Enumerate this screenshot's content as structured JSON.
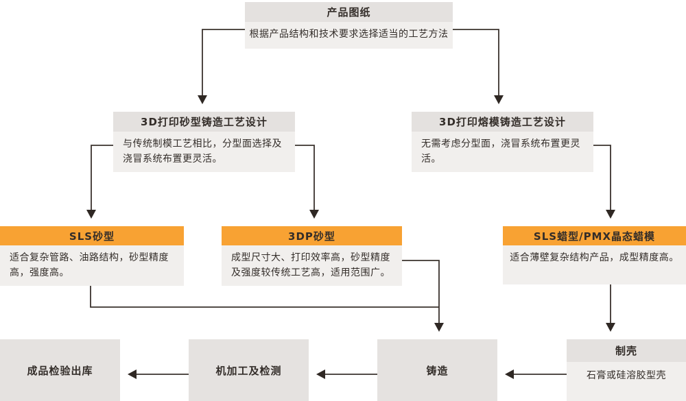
{
  "diagram": {
    "type": "flowchart",
    "language": "zh-CN",
    "topic": "3D打印铸造工艺流程",
    "colors": {
      "accent_orange": "#f8a233",
      "header_gray": "#e4e1df",
      "body_gray": "#f1efed",
      "plain_box_gray": "#e5e2e0",
      "line_color": "#3a322d",
      "text_color": "#332d29",
      "background": "#ffffff"
    },
    "nodes": {
      "product": {
        "title": "产品图纸",
        "desc": "根据产品结构和技术要求选择适当的工艺方法"
      },
      "sand_design": {
        "title": "3D打印砂型铸造工艺设计",
        "desc": "与传统制模工艺相比，分型面选择及浇冒系统布置更灵活。"
      },
      "invest_design": {
        "title": "3D打印熔模铸造工艺设计",
        "desc": "无需考虑分型面，浇冒系统布置更灵活。"
      },
      "sls_sand": {
        "title": "SLS砂型",
        "desc": "适合复杂管路、油路结构，砂型精度高，强度高。"
      },
      "tdp_sand": {
        "title": "3DP砂型",
        "desc": "成型尺寸大、打印效率高，砂型精度及强度较传统工艺高，适用范围广。"
      },
      "wax": {
        "title": "SLS蜡型/PMX晶态蜡模",
        "desc": "适合薄壁复杂结构产品，成型精度高。"
      },
      "shell": {
        "title": "制壳",
        "desc": "石膏或硅溶胶型壳"
      },
      "casting": {
        "label": "铸造"
      },
      "machining": {
        "label": "机加工及检测"
      },
      "final_inspection": {
        "label": "成品检验出库"
      }
    },
    "edges": [
      "产品图纸 → 3D打印砂型铸造工艺设计",
      "产品图纸 → 3D打印熔模铸造工艺设计",
      "3D打印砂型铸造工艺设计 → SLS砂型",
      "3D打印砂型铸造工艺设计 → 3DP砂型",
      "3D打印熔模铸造工艺设计 → SLS蜡型/PMX晶态蜡模",
      "SLS砂型 → 铸造",
      "3DP砂型 → 铸造",
      "SLS蜡型/PMX晶态蜡模 → 制壳",
      "制壳 → 铸造",
      "铸造 → 机加工及检测",
      "机加工及检测 → 成品检验出库"
    ]
  }
}
